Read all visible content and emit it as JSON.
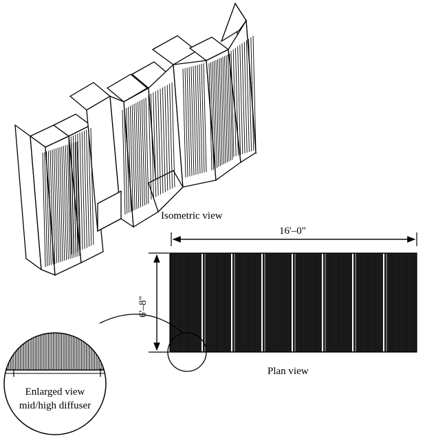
{
  "labels": {
    "isometric": "Isometric view",
    "plan": "Plan view",
    "width": "16'–0\"",
    "height": "6'–8\"",
    "enlarged_line1": "Enlarged view",
    "enlarged_line2": "mid/high diffuser"
  },
  "colors": {
    "ink": "#000000",
    "paper": "#ffffff"
  }
}
